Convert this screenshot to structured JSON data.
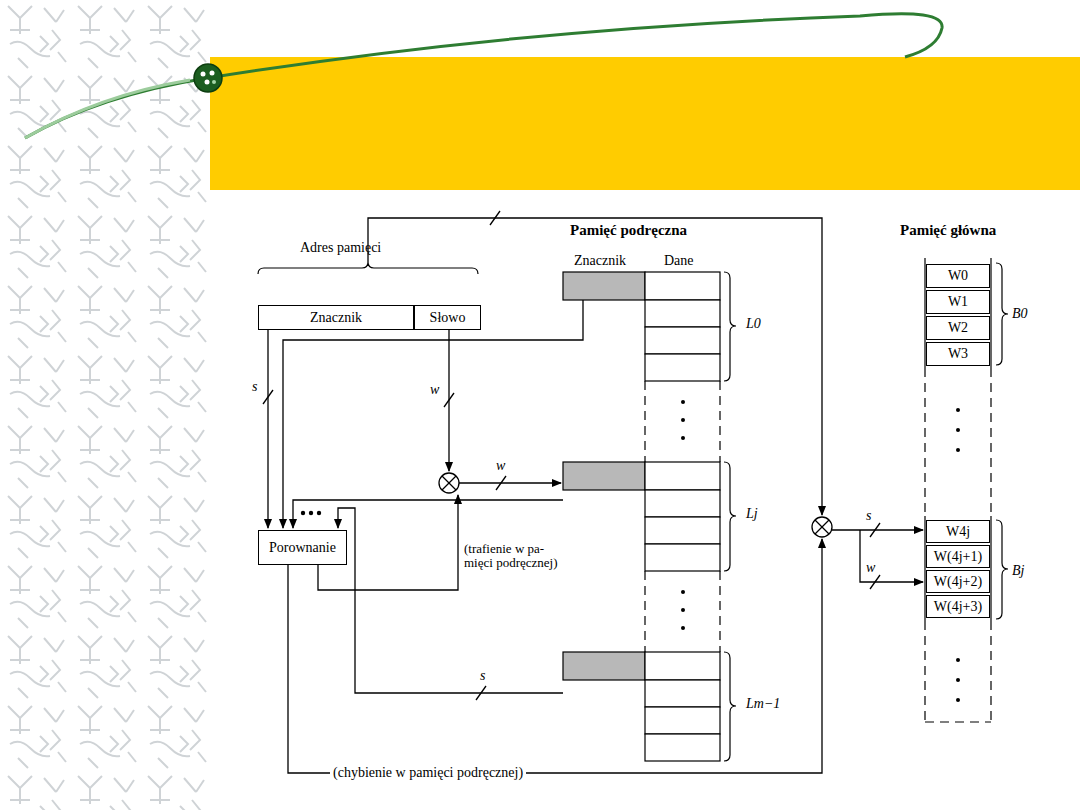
{
  "diagram": {
    "nodes": [
      {
        "text": [
          "Znacznik"
        ]
      },
      {
        "text": [
          "Słowo"
        ]
      },
      {
        "text": [
          "Porownanie"
        ]
      },
      {
        "text": [
          "W0"
        ]
      },
      {
        "text": [
          "W1"
        ]
      },
      {
        "text": [
          "W2"
        ]
      },
      {
        "text": [
          "W3"
        ]
      },
      {
        "text": [
          "W4j"
        ]
      },
      {
        "text": [
          "W(4j+1)"
        ]
      },
      {
        "text": [
          "W(4j+2)"
        ]
      },
      {
        "text": [
          "W(4j+3)"
        ]
      }
    ],
    "edges": [
      {
        "from": 0,
        "to": 2,
        "arrow": "to",
        "label": "s"
      }
    ],
    "labels": [
      "Adres pamięci",
      "Pamięć podręczna",
      "Znacznik",
      "Dane",
      "Pamięć główna",
      "w",
      "w",
      "L0",
      "Lj",
      "Lm−1",
      "(trafienie w pa- mięci podręcznej)",
      "s",
      "(chybienie w pamięci podręcznej)",
      "B0",
      "Bj",
      "s",
      "w"
    ]
  }
}
